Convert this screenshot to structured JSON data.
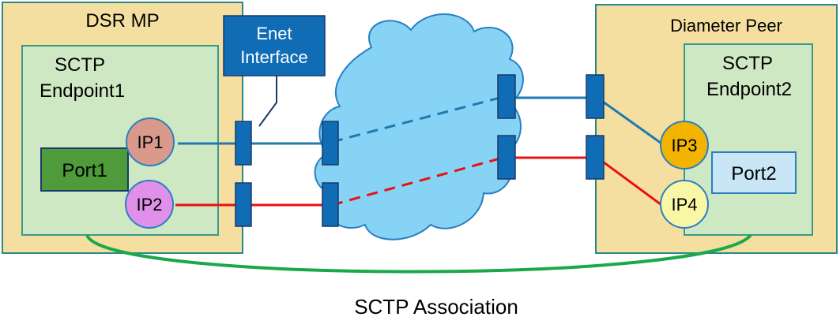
{
  "left_box": {
    "title": "DSR MP",
    "endpoint_line1": "SCTP",
    "endpoint_line2": "Endpoint1",
    "port": "Port1",
    "ip_a": "IP1",
    "ip_b": "IP2"
  },
  "right_box": {
    "title": "Diameter Peer",
    "endpoint_line1": "SCTP",
    "endpoint_line2": "Endpoint2",
    "port": "Port2",
    "ip_a": "IP3",
    "ip_b": "IP4"
  },
  "callout": {
    "line1": "Enet",
    "line2": "Interface"
  },
  "association_label": "SCTP Association",
  "colors": {
    "box_fill": "#f5dfa0",
    "endpoint_fill": "#cfe8c4",
    "endpoint_border": "#3a9a8a",
    "port1_fill": "#4f9a3a",
    "port2_fill": "#c9e6f7",
    "ip1_fill": "#d99a8c",
    "ip2_fill": "#e090e8",
    "ip3_fill": "#f2b400",
    "ip4_fill": "#f9f6a6",
    "enet_fill": "#0f6cb5",
    "blue_link": "#1f7ab0",
    "red_link": "#e81010",
    "association": "#1aa84a",
    "cloud_fill": "#87d3f5",
    "cloud_stroke": "#2a7fc1"
  }
}
